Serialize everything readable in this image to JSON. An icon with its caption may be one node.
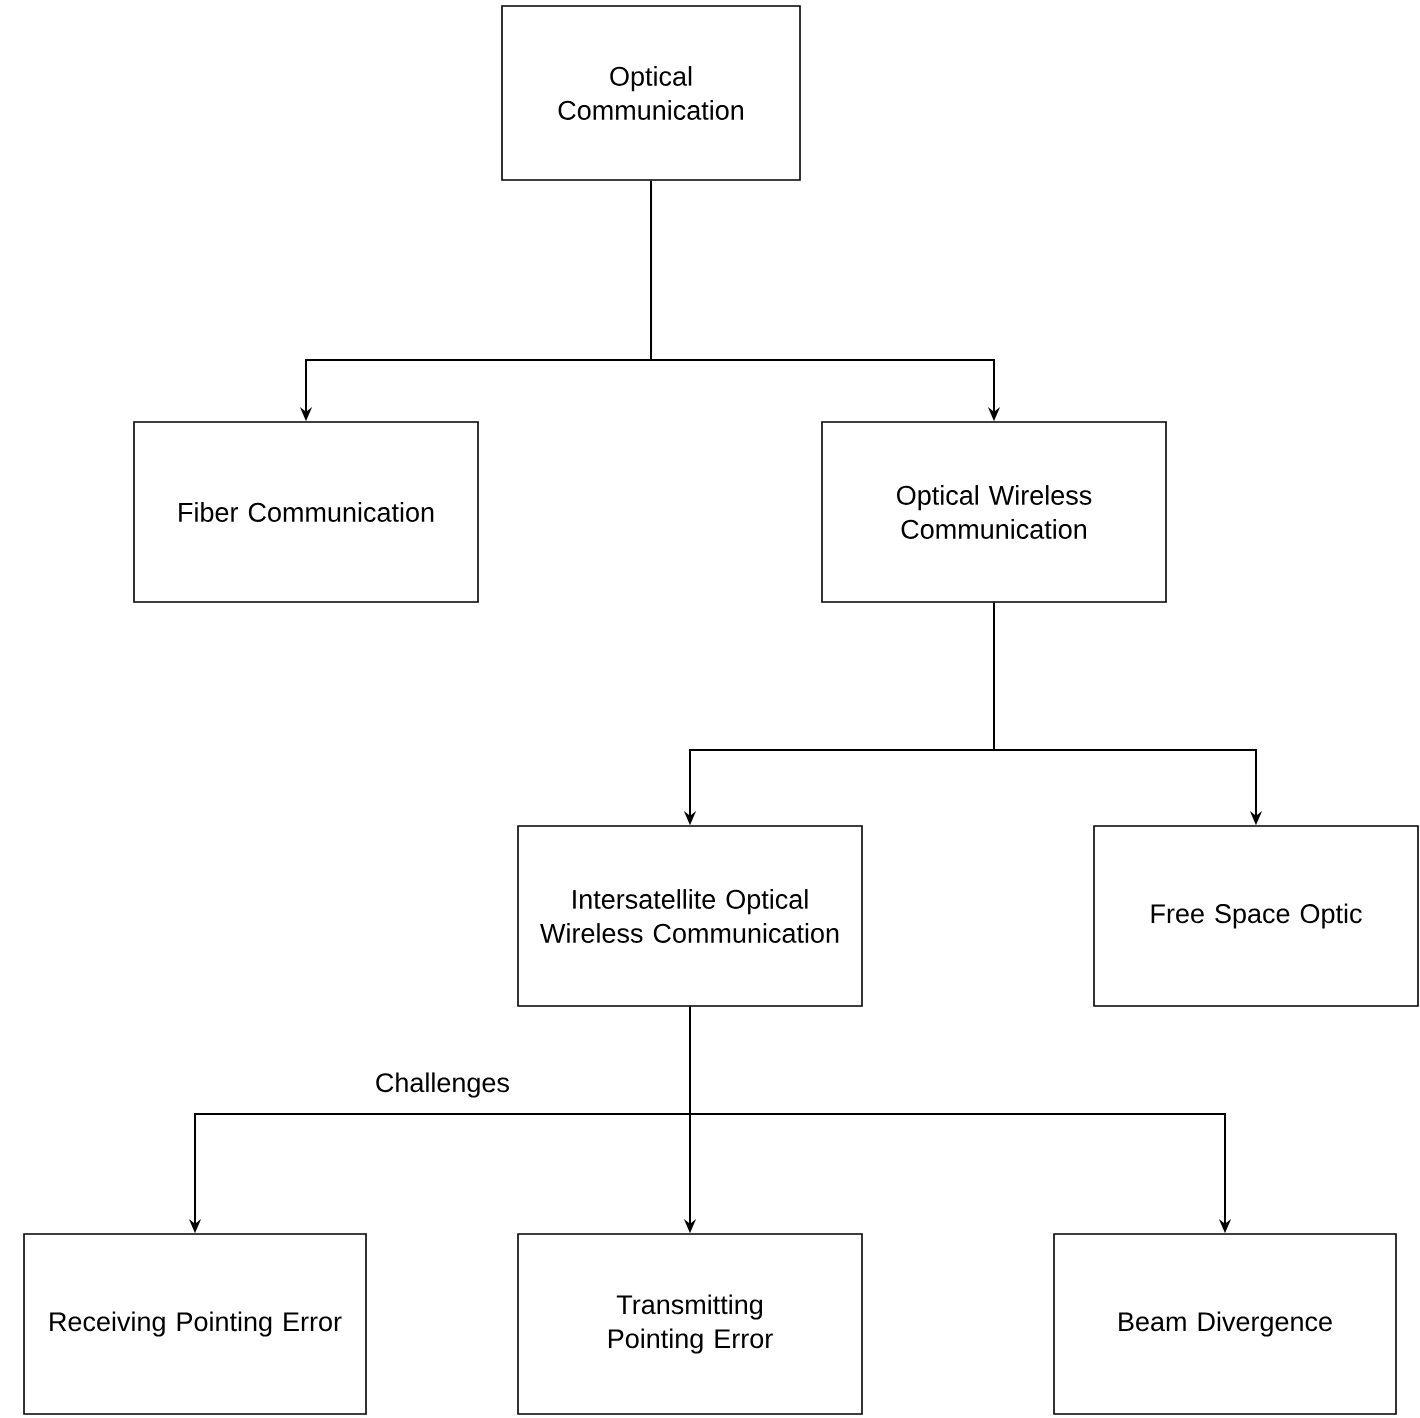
{
  "diagram": {
    "nodes": [
      {
        "text": [
          "Optical Communication"
        ]
      },
      {
        "text": [
          "Fiber Communication"
        ]
      },
      {
        "text": [
          "Optical Wireless Communication"
        ]
      },
      {
        "text": [
          "Intersatellite Optical Wireless Communication"
        ]
      },
      {
        "text": [
          "Free Space Optic"
        ]
      },
      {
        "text": [
          "Receiving Pointing Error"
        ]
      },
      {
        "text": [
          "Transmitting Pointing Error"
        ]
      },
      {
        "text": [
          "Beam Divergence"
        ]
      }
    ],
    "edges": [
      {
        "from": 0,
        "to": 1,
        "arrow": "to"
      },
      {
        "from": 0,
        "to": 2,
        "arrow": "to"
      },
      {
        "from": 2,
        "to": 3,
        "arrow": "to"
      },
      {
        "from": 2,
        "to": 4,
        "arrow": "to"
      },
      {
        "from": 3,
        "to": 5,
        "arrow": "to",
        "label": "Challenges"
      },
      {
        "from": 3,
        "to": 6,
        "arrow": "to"
      },
      {
        "from": 3,
        "to": 7,
        "arrow": "to"
      }
    ]
  }
}
